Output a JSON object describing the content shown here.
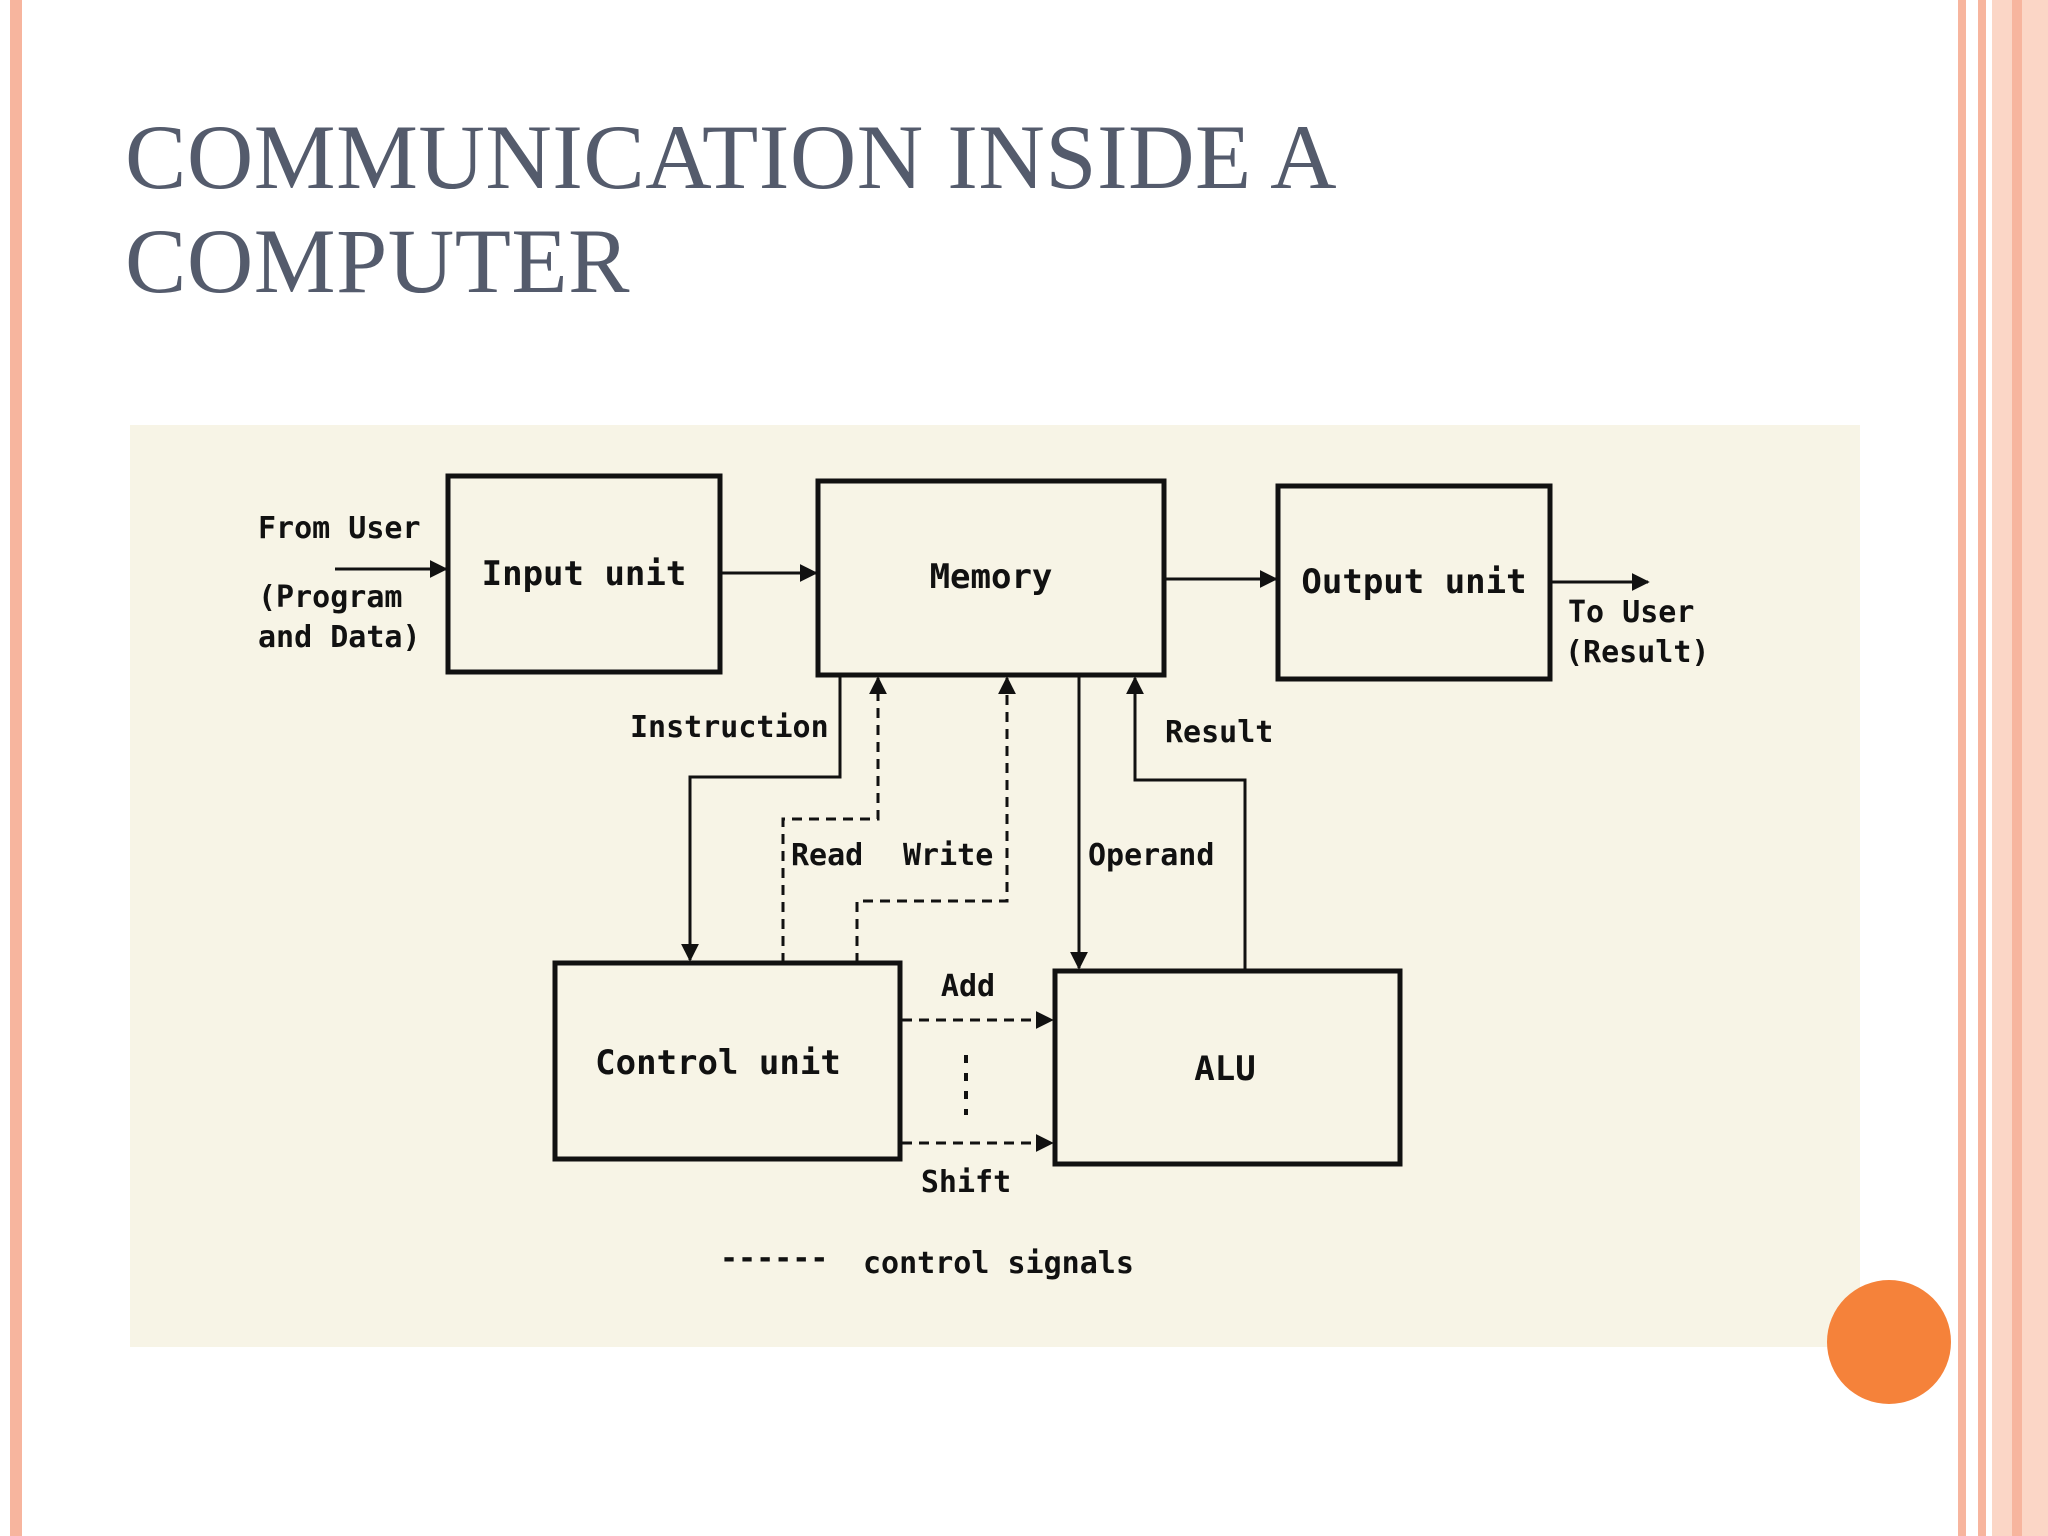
{
  "slide": {
    "title_line1": "COMMUNICATION INSIDE A",
    "title_line2": "COMPUTER",
    "accent_color": "#f5823a",
    "border_color": "#f7b59e",
    "title_color": "#545b6c"
  },
  "diagram": {
    "blocks": {
      "input": "Input unit",
      "memory": "Memory",
      "output": "Output unit",
      "control": "Control unit",
      "alu": "ALU"
    },
    "labels": {
      "from_user": "From User",
      "from_user_sub1": "(Program",
      "from_user_sub2": "and Data)",
      "to_user": "To User",
      "to_user_sub": "(Result)",
      "instruction": "Instruction",
      "read": "Read",
      "write": "Write",
      "operand": "Operand",
      "result": "Result",
      "add": "Add",
      "shift": "Shift",
      "legend_dashes": "------",
      "legend_text": "control signals"
    }
  }
}
